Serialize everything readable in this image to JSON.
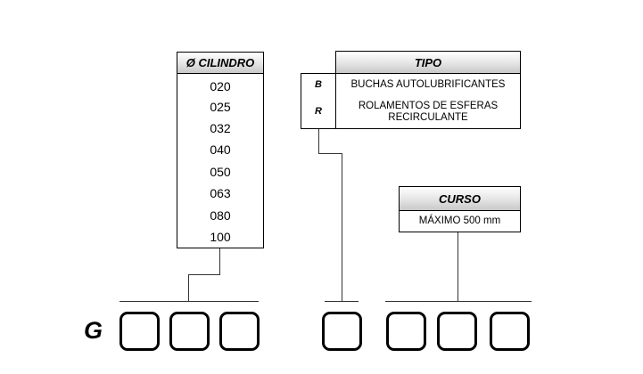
{
  "cilindro": {
    "header": "Ø CILINDRO",
    "values": [
      "020",
      "025",
      "032",
      "040",
      "050",
      "063",
      "080",
      "100"
    ]
  },
  "tipo": {
    "header": "TIPO",
    "rows": [
      {
        "code": "B",
        "lines": [
          "BUCHAS AUTOLUBRIFICANTES"
        ]
      },
      {
        "code": "R",
        "lines": [
          "ROLAMENTOS DE ESFERAS",
          "RECIRCULANTE"
        ]
      }
    ]
  },
  "curso": {
    "header": "CURSO",
    "value": "MÁXIMO 500 mm"
  },
  "code": {
    "prefix": "G"
  }
}
